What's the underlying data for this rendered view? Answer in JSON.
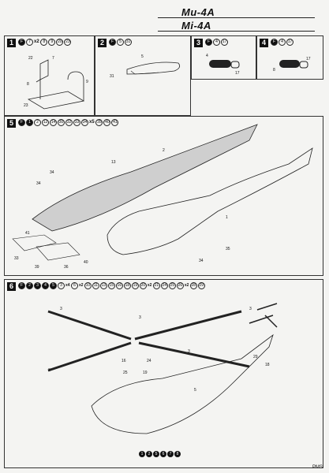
{
  "header": {
    "title_ru": "Ми-4А",
    "title_en": "Mi-4A"
  },
  "steps": [
    {
      "no": "1",
      "parts": [
        "F",
        "7",
        "x2",
        "8",
        "9",
        "20",
        "23"
      ],
      "labels": [
        "22",
        "7",
        "8",
        "9",
        "23"
      ]
    },
    {
      "no": "2",
      "parts": [
        "F",
        "5",
        "31"
      ],
      "labels": [
        "5",
        "31"
      ]
    },
    {
      "no": "3",
      "parts": [
        "F",
        "4",
        "17"
      ],
      "labels": [
        "4",
        "17"
      ]
    },
    {
      "no": "4",
      "parts": [
        "F",
        "4",
        "17"
      ],
      "labels": [
        "8",
        "17"
      ]
    },
    {
      "no": "5",
      "parts": [
        "F",
        "1",
        "2",
        "12",
        "14",
        "30",
        "32",
        "33",
        "34",
        "x5",
        "35",
        "40",
        "41"
      ],
      "labels": [
        "2",
        "1",
        "34",
        "34",
        "34",
        "35",
        "13",
        "41",
        "33",
        "39",
        "36",
        "40"
      ]
    },
    {
      "no": "6",
      "parts": [
        "F",
        "2",
        "3",
        "4",
        "5",
        "3",
        "x4",
        "6",
        "x2",
        "10",
        "11",
        "13",
        "15",
        "16",
        "18",
        "19",
        "20",
        "x2",
        "21",
        "24",
        "25",
        "26",
        "x2",
        "28",
        "29"
      ],
      "labels": [
        "3",
        "3",
        "3",
        "3",
        "5",
        "3",
        "16",
        "24",
        "25",
        "19",
        "29",
        "18"
      ]
    }
  ],
  "paint_row": [
    "1",
    "2",
    "5",
    "6",
    "7",
    "8"
  ],
  "logo": "PMS"
}
